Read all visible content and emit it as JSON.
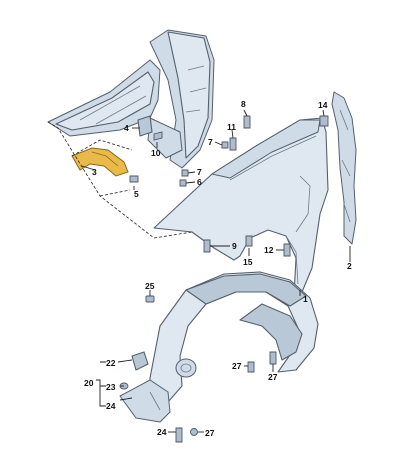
{
  "diagram": {
    "callouts": {
      "c1": "1",
      "c2": "2",
      "c3": "3",
      "c4": "4",
      "c5": "5",
      "c6": "6",
      "c7a": "7",
      "c7b": "7",
      "c8": "8",
      "c9": "9",
      "c10": "10",
      "c11": "11",
      "c12": "12",
      "c14": "14",
      "c15": "15",
      "c20": "20",
      "c22": "22",
      "c23": "23",
      "c24a": "24",
      "c24b": "24",
      "c25": "25",
      "c27a": "27",
      "c27b": "27",
      "c27c": "27"
    },
    "colors": {
      "highlight": "#e9b949",
      "part_fill": "#dfe8f1",
      "outline": "#55606c"
    }
  }
}
